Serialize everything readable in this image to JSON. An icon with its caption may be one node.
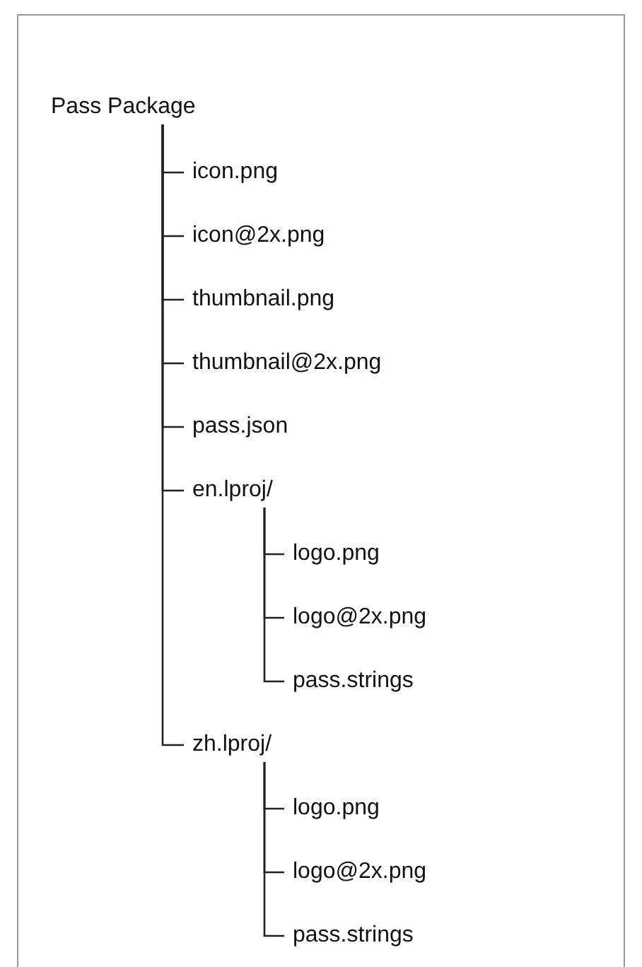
{
  "diagram": {
    "nodes": [
      {
        "text": [
          "Pass Package"
        ]
      },
      {
        "text": [
          "icon.png"
        ]
      },
      {
        "text": [
          "icon@2x.png"
        ]
      },
      {
        "text": [
          "thumbnail.png"
        ]
      },
      {
        "text": [
          "thumbnail@2x.png"
        ]
      },
      {
        "text": [
          "pass.json"
        ]
      },
      {
        "text": [
          "en.lproj/"
        ]
      },
      {
        "text": [
          "logo.png"
        ]
      },
      {
        "text": [
          "logo@2x.png"
        ]
      },
      {
        "text": [
          "pass.strings"
        ]
      },
      {
        "text": [
          "zh.lproj/"
        ]
      },
      {
        "text": [
          "logo.png"
        ]
      },
      {
        "text": [
          "logo@2x.png"
        ]
      },
      {
        "text": [
          "pass.strings"
        ]
      }
    ],
    "edges": [
      {
        "from": 0,
        "to": 1,
        "arrow": "none"
      },
      {
        "from": 0,
        "to": 2,
        "arrow": "none"
      },
      {
        "from": 0,
        "to": 3,
        "arrow": "none"
      },
      {
        "from": 0,
        "to": 4,
        "arrow": "none"
      },
      {
        "from": 0,
        "to": 5,
        "arrow": "none"
      },
      {
        "from": 0,
        "to": 6,
        "arrow": "none"
      },
      {
        "from": 6,
        "to": 7,
        "arrow": "none"
      },
      {
        "from": 6,
        "to": 8,
        "arrow": "none"
      },
      {
        "from": 6,
        "to": 9,
        "arrow": "none"
      },
      {
        "from": 0,
        "to": 10,
        "arrow": "none"
      },
      {
        "from": 10,
        "to": 11,
        "arrow": "none"
      },
      {
        "from": 10,
        "to": 12,
        "arrow": "none"
      },
      {
        "from": 10,
        "to": 13,
        "arrow": "none"
      }
    ]
  }
}
